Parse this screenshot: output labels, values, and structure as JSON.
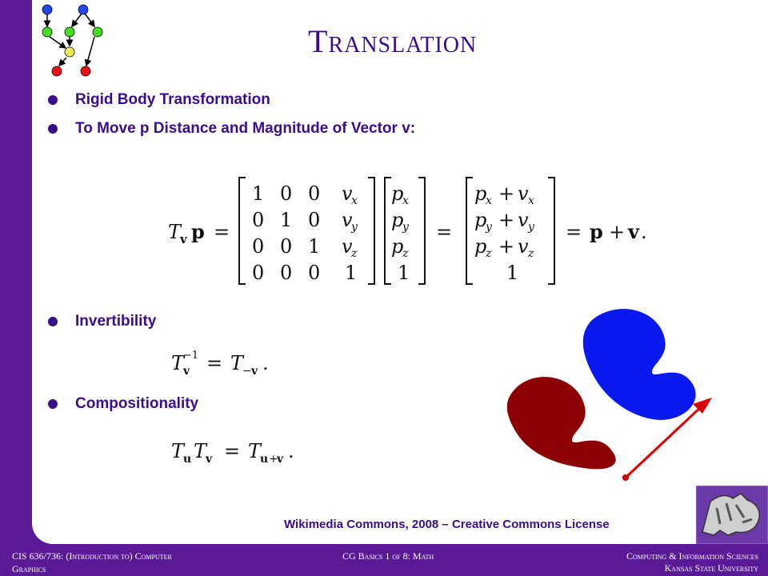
{
  "slide": {
    "title": "Translation",
    "bullets": [
      "Rigid Body Transformation",
      "To Move p Distance and Magnitude of Vector v:",
      "Invertibility",
      "Compositionality"
    ],
    "credit": "Wikimedia Commons, 2008 – Creative Commons License"
  },
  "footer": {
    "course_line1": "CIS 636/736: (Introduction to) Computer",
    "course_line2": "Graphics",
    "center": "CG Basics 1 of 8: Math",
    "dept": "Computing & Information Sciences",
    "univ": "Kansas State University"
  },
  "colors": {
    "purple": "#5a1a96",
    "title": "#3a0d8c",
    "blue_shape": "#0a1aee",
    "red_shape": "#8b0000",
    "arrow": "#dd0000"
  },
  "icons": {
    "graph": "dag-graph-icon",
    "logo": "wildcat-logo-icon"
  }
}
